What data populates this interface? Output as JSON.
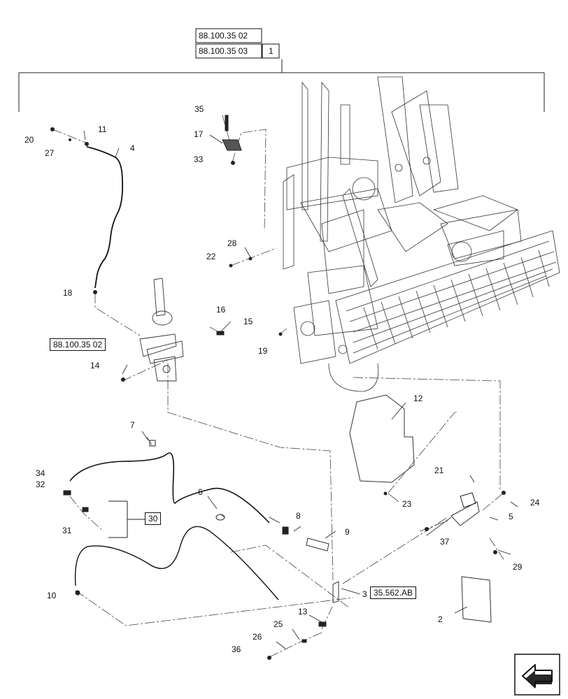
{
  "header_refs": {
    "ref_a": "88.100.35 02",
    "ref_b": "88.100.35 03",
    "ref_b_count": "1"
  },
  "refs": {
    "lever_ref": "88.100.35 02",
    "cyl_ref": "35.562.AB",
    "group_30": "30"
  },
  "callouts": {
    "c2": "2",
    "c3": "3",
    "c4": "4",
    "c5": "5",
    "c6": "6",
    "c7": "7",
    "c8": "8",
    "c9": "9",
    "c10": "10",
    "c11": "11",
    "c12": "12",
    "c13": "13",
    "c14": "14",
    "c15": "15",
    "c16": "16",
    "c17": "17",
    "c18": "18",
    "c19": "19",
    "c20": "20",
    "c21": "21",
    "c22": "22",
    "c23": "23",
    "c24": "24",
    "c25": "25",
    "c26": "26",
    "c27": "27",
    "c28": "28",
    "c29": "29",
    "c31": "31",
    "c32": "32",
    "c33": "33",
    "c34": "34",
    "c35": "35",
    "c36": "36",
    "c37": "37"
  },
  "icons": {
    "nav": "previous-page-arrow-icon"
  }
}
